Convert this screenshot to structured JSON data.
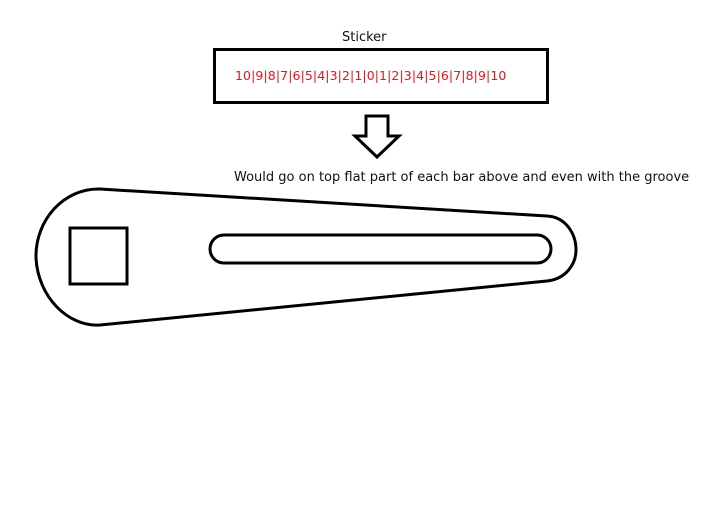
{
  "sticker": {
    "title": "Sticker",
    "scale_text": "10|9|8|7|6|5|4|3|2|1|0|1|2|3|4|5|6|7|8|9|10"
  },
  "description": "Would go on top flat part of each bar above and even with the groove",
  "colors": {
    "scale_text": "#e1151e",
    "outline": "#000000",
    "background": "#ffffff"
  },
  "icons": {
    "arrow": "down-arrow-icon"
  }
}
